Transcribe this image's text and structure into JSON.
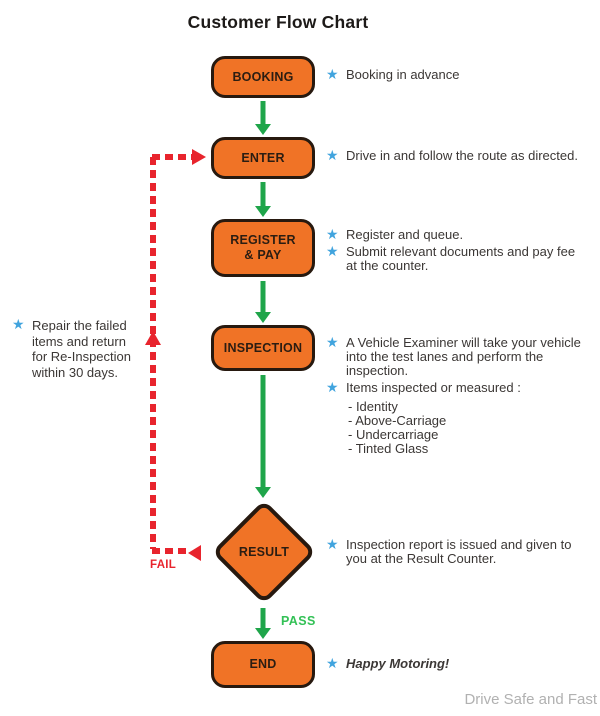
{
  "title": "Customer Flow Chart",
  "watermark": "Drive Safe and Fast",
  "colors": {
    "node_fill": "#F07326",
    "node_border": "#27190F",
    "arrow_green": "#1FA54A",
    "pass_green": "#33C156",
    "fail_red": "#E8242D",
    "star_blue": "#41A4DE",
    "text": "#3B3735"
  },
  "icons": {
    "star": "★"
  },
  "nodes": {
    "booking": "BOOKING",
    "enter": "ENTER",
    "register": "REGISTER\n& PAY",
    "inspection": "INSPECTION",
    "result": "RESULT",
    "end": "END"
  },
  "edge_labels": {
    "fail": "FAIL",
    "pass": "PASS"
  },
  "left_note": "Repair the failed\nitems and return\nfor Re-Inspection\nwithin 30 days.",
  "annotations": {
    "booking": "Booking in advance",
    "enter": "Drive in and follow the route as directed.",
    "register_1": "Register and queue.",
    "register_2": "Submit relevant documents and pay fee\nat the counter.",
    "inspection_1": "A Vehicle Examiner will take your vehicle\ninto the test lanes and perform the\ninspection.",
    "inspection_2": "Items inspected or measured :",
    "inspection_items": [
      "- Identity",
      "- Above-Carriage",
      "- Undercarriage",
      "- Tinted Glass"
    ],
    "result": "Inspection report is issued and given to\nyou at the Result Counter.",
    "end": "Happy Motoring!"
  }
}
